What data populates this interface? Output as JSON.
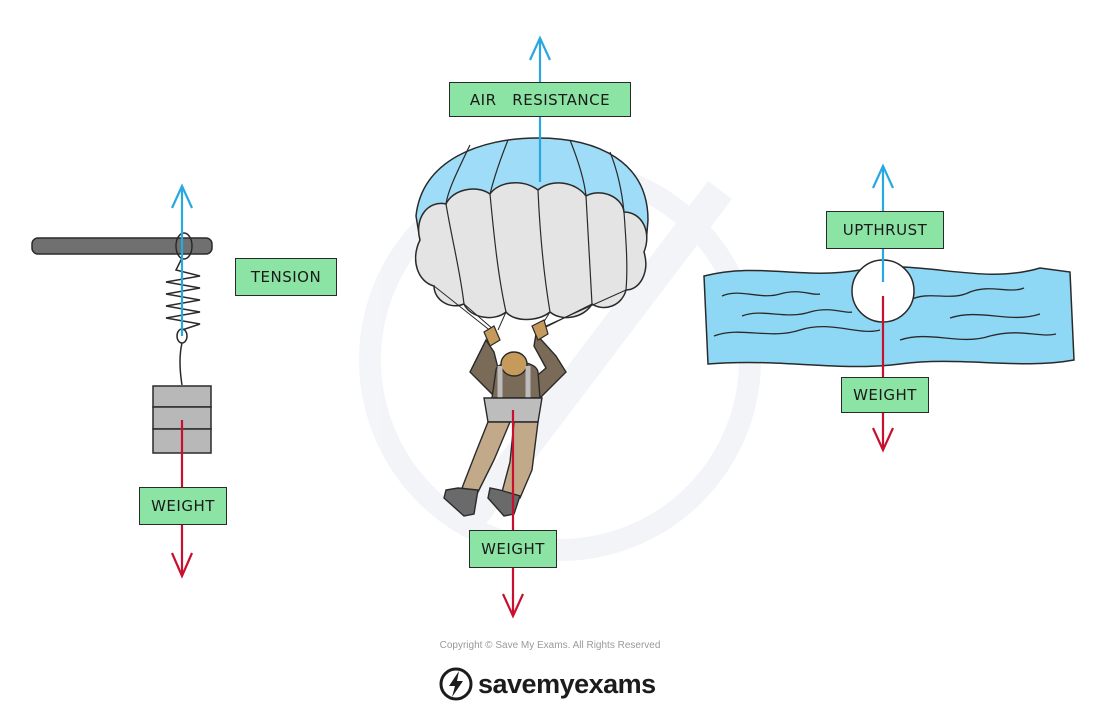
{
  "labels": {
    "air_resistance": "AIR   RESISTANCE",
    "tension": "TENSION",
    "weight_spring": "WEIGHT",
    "weight_parachute": "WEIGHT",
    "upthrust": "UPTHRUST",
    "weight_water": "WEIGHT"
  },
  "footer": {
    "copyright": "Copyright © Save My Exams. All Rights Reserved",
    "logo_text": "savemyexams"
  },
  "colors": {
    "upward_force": "#29a8e0",
    "downward_force": "#c8102e",
    "label_fill": "#8be3a4",
    "water": "#8fd8f5",
    "canopy_blue": "#9fdcf7",
    "canopy_grey": "#e4e4e4"
  },
  "icons": [
    "lightning-logo-icon"
  ]
}
